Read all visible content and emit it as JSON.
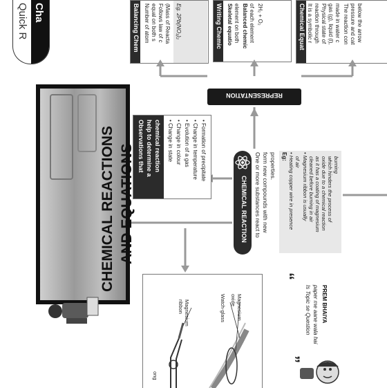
{
  "tab": {
    "line1": "Quick R",
    "line2": "Cha"
  },
  "cards": {
    "balancing": {
      "title": "Balancing Chem",
      "lines": [
        "Number of atom",
        "equal on both s",
        "Follows law of c",
        "(Mass of Reacta"
      ],
      "example": "Eg. 2Pb(NO₃)₂"
    },
    "writing": {
      "title": "Writing Chemic",
      "line1a": "Skeletal equatio",
      "line1b": "element on both",
      "line2a": "Balanced chemic",
      "line2b": "of each element",
      "formula": "2H₂ + O₂"
    },
    "equation": {
      "title": "Chemical Equat",
      "lines": [
        "It is a symbolic r",
        "reaction through",
        "Physical state of",
        "gas (g), liquid (l),",
        "made in water c",
        "The reaction con",
        "pressure and cat",
        "below the arrow"
      ]
    }
  },
  "representation": "REPRESENTATION",
  "main_title": {
    "line1": "CHEMICAL REACTIONS",
    "line2": "AND EQUATIONS"
  },
  "observations": {
    "title_lines": [
      "Observations that",
      "help to determine a",
      "chemical reaction"
    ],
    "items": [
      "Change in state",
      "Change in colour",
      "Evolution of a gas",
      "Change in temperature",
      "Formation of precipitate"
    ]
  },
  "reaction": {
    "title": "CHEMICAL REACTION",
    "def_lines": [
      "One or more substances react to",
      "form new compounds with new",
      "properties."
    ],
    "eg_label": "Eg:",
    "examples": [
      "Heating copper wire in presence",
      "of air",
      "Magnesium ribbon is usually",
      "cleaned before burning in air",
      "as it has a coating of magnesium",
      "oxide due to a chemical reaction",
      "which hinders the process of",
      "burning"
    ]
  },
  "diagram": {
    "labels": {
      "ribbon": "Magnesium ribbon",
      "watch": "Watch-glass",
      "oxide": "Magnesium oxide",
      "tongs": "ong"
    }
  },
  "quote": {
    "line1": "Is Topic se Question",
    "line2": "paper me aane wala hai",
    "author": "PREM BHAIYA"
  }
}
